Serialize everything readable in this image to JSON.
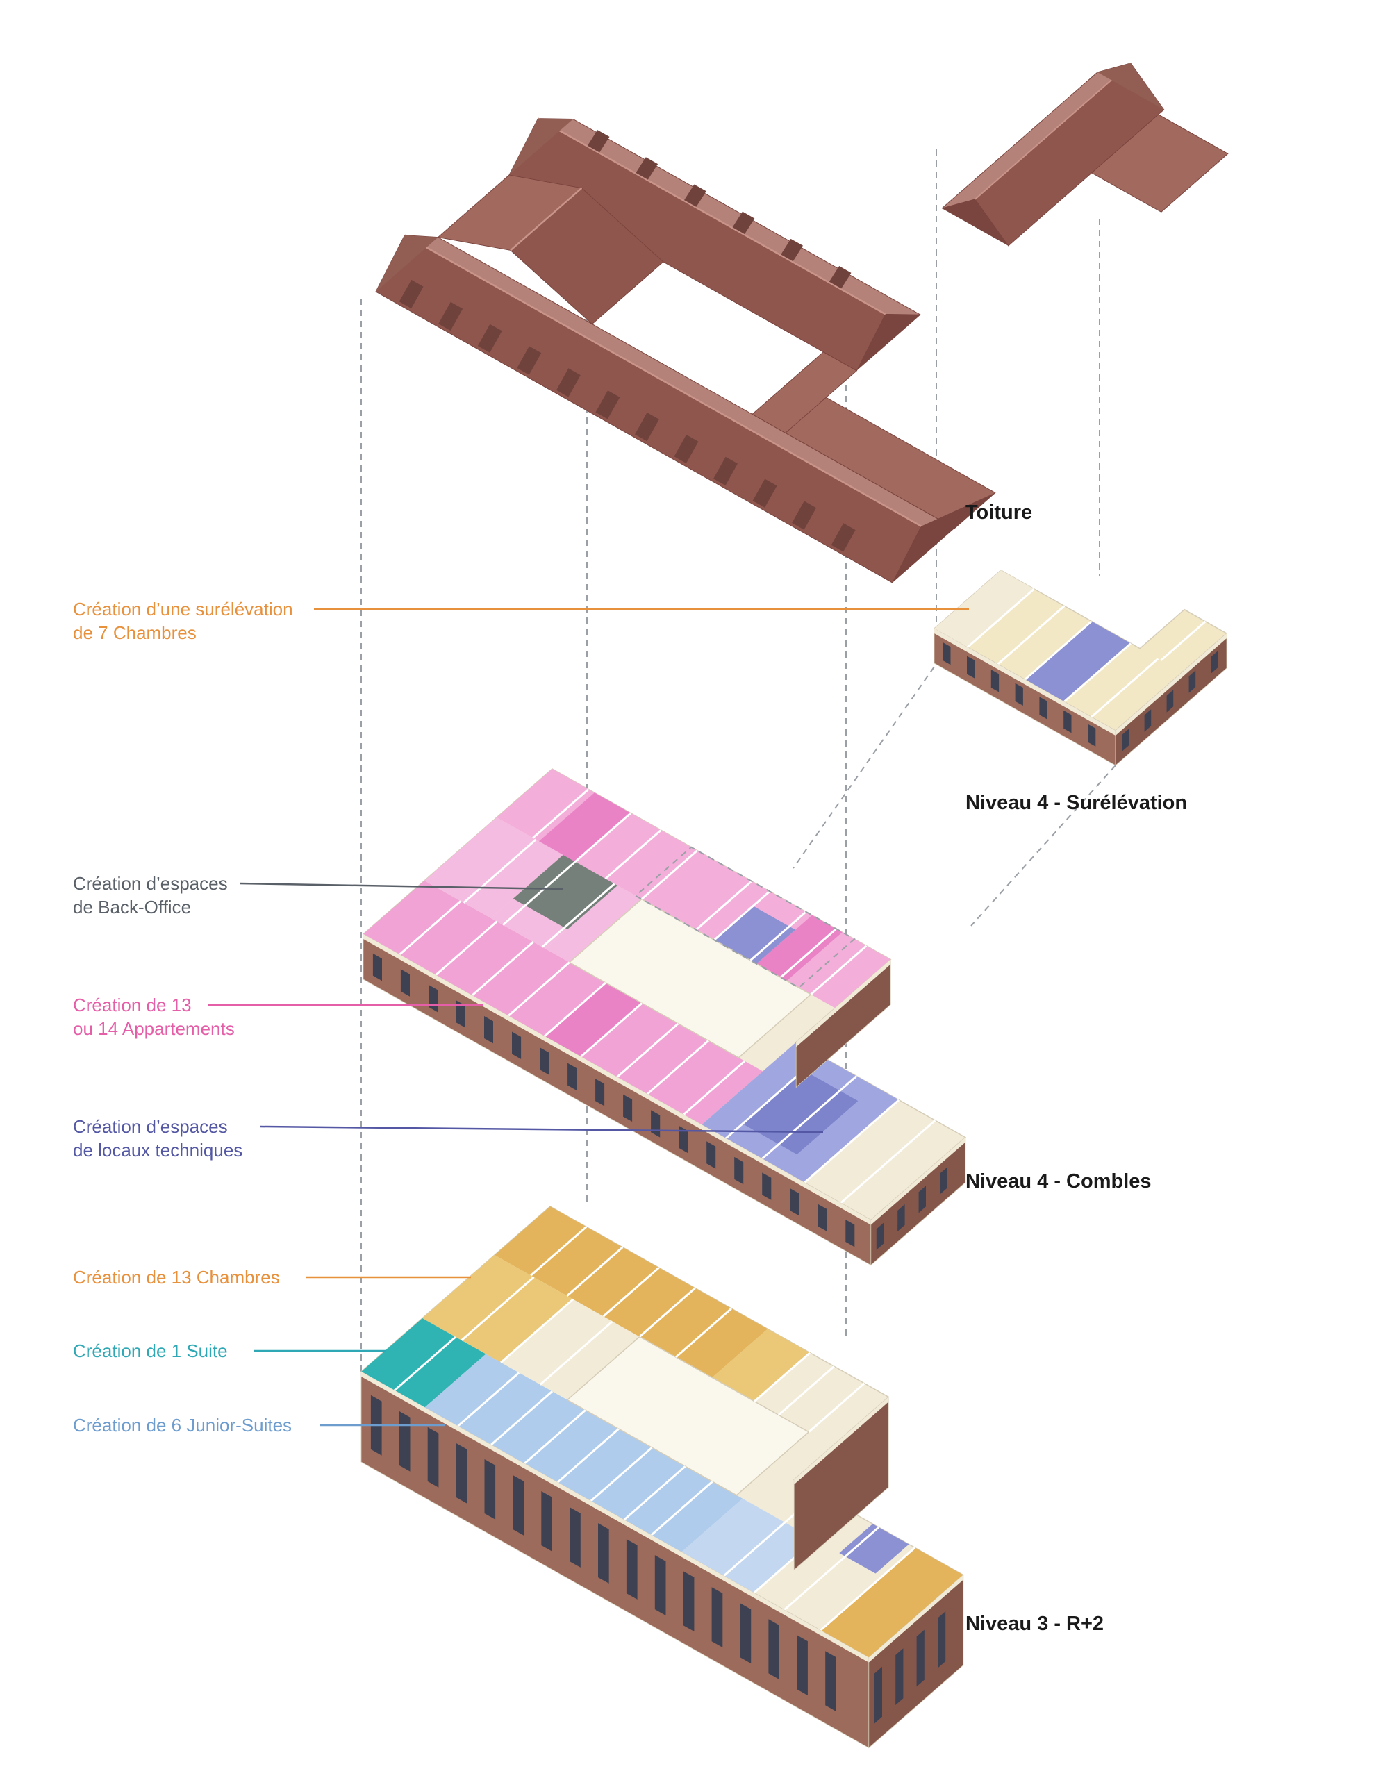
{
  "diagram_title": "Exploded axonometric building program diagram",
  "labels_left": [
    {
      "lines": [
        "Création d’une surélévation",
        "de 7 Chambres"
      ],
      "color": "#E8913D"
    },
    {
      "lines": [
        "Création d’espaces",
        "de Back-Office"
      ],
      "color": "#5A6068"
    },
    {
      "lines": [
        "Création de 13",
        "ou 14 Appartements"
      ],
      "color": "#E55FA8"
    },
    {
      "lines": [
        "Création d’espaces",
        "de locaux techniques"
      ],
      "color": "#5458A4"
    },
    {
      "lines": [
        "Création de 13 Chambres"
      ],
      "color": "#E8913D"
    },
    {
      "lines": [
        "Création de 1 Suite"
      ],
      "color": "#2FA8B5"
    },
    {
      "lines": [
        "Création de 6 Junior-Suites"
      ],
      "color": "#6D9CCE"
    }
  ],
  "labels_right": [
    {
      "text": "Toiture"
    },
    {
      "text": "Niveau 4 - Surélévation"
    },
    {
      "text": "Niveau 4 - Combles"
    },
    {
      "text": "Niveau 3 - R+2"
    }
  ],
  "colors": {
    "roof_light": "#B5827A",
    "roof_mid": "#A2695F",
    "roof_dark": "#8F564E",
    "roof_edge": "#7A453E",
    "roof_gable": "#925D53",
    "ridge": "#C9948A",
    "dormer": "#70423C",
    "brick": "#9C6B5B",
    "brick_dark": "#84574A",
    "slab_band": "#F1EAD7",
    "court": "#FAF7EC",
    "window": "#3E4152",
    "outline": "#D6CDB8",
    "guide": "#9AA0A6",
    "rooms": {
      "cream": "#F2EBD8",
      "suretop": "#F2E8C6",
      "orange": "#E3B45C",
      "orange_light": "#EAC878",
      "teal": "#2FB3B3",
      "blue": "#AFCCEC",
      "blue_light": "#C3D7F0",
      "pink": "#F3AFDA",
      "pink2": "#F0A3D4",
      "pink_light": "#F5BCE1",
      "pink_dark": "#E983C6",
      "gray": "#75807A",
      "violet": "#8B91D2",
      "violet_light": "#A0A6E0",
      "violet_dark": "#7E84CC"
    }
  }
}
